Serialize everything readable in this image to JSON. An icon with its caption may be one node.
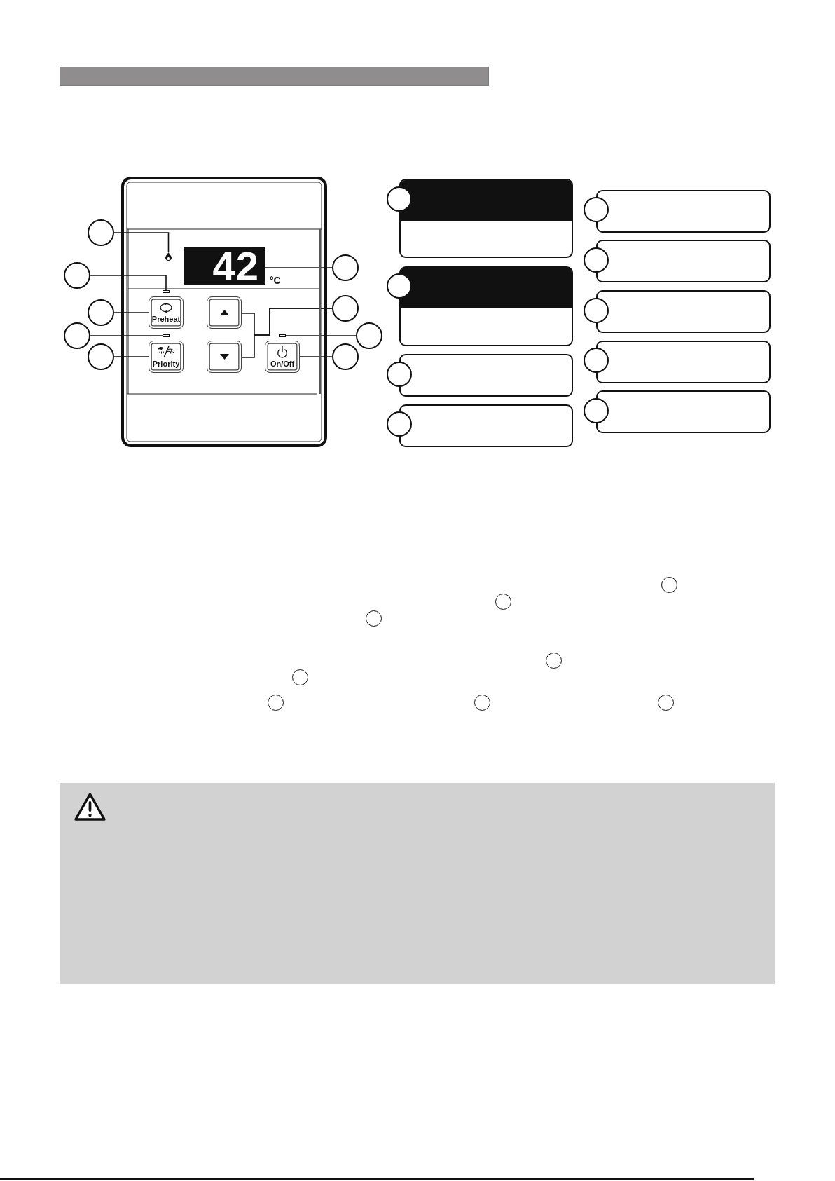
{
  "diagram": {
    "nodes": [
      {
        "text": [],
        "shape": "box"
      },
      {
        "text": [],
        "shape": "circle"
      },
      {
        "text": [],
        "shape": "picture",
        "in": 0
      },
      {
        "text": [
          "42"
        ],
        "beside": [
          "°C"
        ],
        "in": 0
      },
      {
        "text": [],
        "shape": "circle"
      },
      {
        "text": [],
        "shape": "circle"
      },
      {
        "text": [],
        "shape": "box",
        "in": 0
      },
      {
        "text": [],
        "shape": "circle"
      },
      {
        "text": [],
        "shape": "circle"
      },
      {
        "text": [
          "Preheat"
        ],
        "in": 0
      },
      {
        "text": [],
        "shape": "box",
        "in": 0
      },
      {
        "text": [],
        "shape": "circle"
      },
      {
        "text": [],
        "shape": "box",
        "in": 0
      },
      {
        "text": [],
        "shape": "box",
        "in": 0
      },
      {
        "text": [],
        "shape": "circle"
      },
      {
        "text": [],
        "shape": "circle"
      },
      {
        "text": [
          "Priority"
        ],
        "in": 0
      },
      {
        "text": [],
        "shape": "box",
        "in": 0
      },
      {
        "text": [
          "On/Off"
        ],
        "in": 0
      },
      {
        "text": [],
        "shape": "circle"
      },
      {
        "text": [],
        "shape": "circle"
      },
      {
        "text": [],
        "shape": "box"
      },
      {
        "text": [],
        "shape": "circle"
      },
      {
        "text": [],
        "shape": "box"
      },
      {
        "text": [],
        "shape": "circle"
      },
      {
        "text": [],
        "shape": "box"
      },
      {
        "text": [],
        "shape": "circle"
      },
      {
        "text": [],
        "shape": "box"
      },
      {
        "text": [],
        "shape": "circle"
      },
      {
        "text": [],
        "shape": "box"
      },
      {
        "text": [],
        "shape": "circle"
      },
      {
        "text": [],
        "shape": "box"
      },
      {
        "text": [],
        "shape": "circle"
      },
      {
        "text": [],
        "shape": "box"
      },
      {
        "text": [],
        "shape": "circle"
      },
      {
        "text": [],
        "shape": "box"
      },
      {
        "text": [],
        "shape": "circle"
      },
      {
        "text": [],
        "shape": "box"
      },
      {
        "text": [],
        "shape": "circle"
      },
      {
        "text": [],
        "shape": "circle"
      },
      {
        "text": [],
        "shape": "circle"
      },
      {
        "text": [],
        "shape": "circle"
      },
      {
        "text": [],
        "shape": "circle"
      },
      {
        "text": [],
        "shape": "circle"
      },
      {
        "text": [],
        "shape": "circle"
      },
      {
        "text": [],
        "shape": "circle"
      }
    ],
    "edges": [
      {
        "from": 1,
        "to": 2,
        "arrow": "none"
      },
      {
        "from": 4,
        "to": 3,
        "arrow": "none"
      },
      {
        "from": 5,
        "to": 6,
        "arrow": "none"
      },
      {
        "from": 7,
        "to": 10,
        "arrow": "none"
      },
      {
        "from": 7,
        "to": 17,
        "arrow": "none"
      },
      {
        "from": 8,
        "to": 9,
        "arrow": "none"
      },
      {
        "from": 11,
        "to": 12,
        "arrow": "none"
      },
      {
        "from": 14,
        "to": 13,
        "arrow": "none"
      },
      {
        "from": 15,
        "to": 16,
        "arrow": "none"
      },
      {
        "from": 19,
        "to": 18,
        "arrow": "none"
      }
    ]
  }
}
